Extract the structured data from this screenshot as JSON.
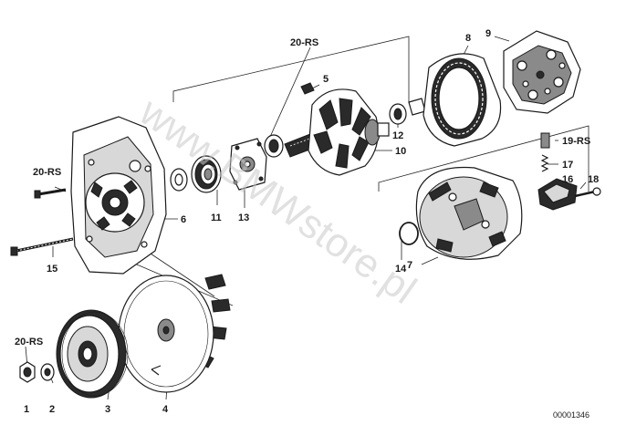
{
  "callouts": {
    "c1": "1",
    "c2": "2",
    "c3": "3",
    "c4": "4",
    "c5": "5",
    "c6": "6",
    "c7": "7",
    "c8": "8",
    "c9": "9",
    "c10": "10",
    "c11": "11",
    "c12": "12",
    "c13": "13",
    "c14": "14",
    "c15": "15",
    "c16": "16",
    "c17": "17",
    "c18": "18",
    "rs_top": "20-RS",
    "rs_left": "20-RS",
    "rs_pulley": "20-RS",
    "rs_brush": "19-RS"
  },
  "watermark": "www.BMWstore.pl",
  "reference_number": "00001346"
}
